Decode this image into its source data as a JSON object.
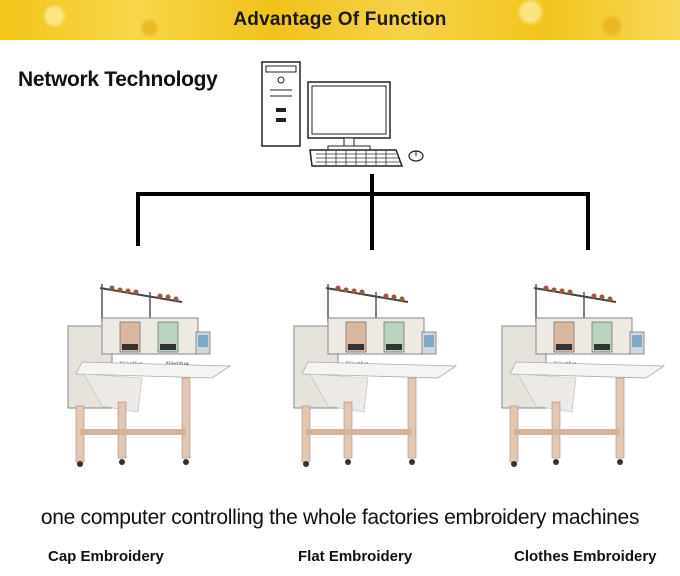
{
  "banner": {
    "title": "Advantage Of Function"
  },
  "heading": "Network Technology",
  "icons": {
    "computer": "desktop-computer-icon",
    "machine": "embroidery-machine-icon"
  },
  "machines": [
    {
      "brand": "NingYue"
    },
    {
      "brand": "NingYue"
    },
    {
      "brand": "NingYue"
    }
  ],
  "caption": "one computer controlling the whole factories embroidery machines",
  "labels": [
    "Cap Embroidery",
    "Flat Embroidery",
    "Clothes Embroidery"
  ],
  "colors": {
    "banner": "#f3c51a",
    "lines": "#000000"
  }
}
